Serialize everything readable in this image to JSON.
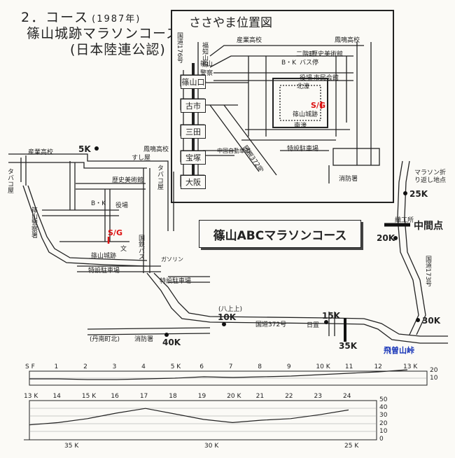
{
  "heading": {
    "line1": "2．コース",
    "year": "(1987年)",
    "line2": "篠山城跡マラソンコース",
    "line3": "(日本陸連公認)"
  },
  "inset": {
    "title": "ささやま位置図",
    "labels": {
      "national_road": "国道176号",
      "jr_line": "福知山線",
      "sangyo": "産業高校",
      "hoiku": "鳳鳴高校",
      "sasayama_police": "篠山警察署",
      "nikai": "二階町",
      "rekishi": "歴史美術館",
      "bk": "B・K",
      "bus": "バス停",
      "yakuba": "役場",
      "shiminkaikan": "市民会館",
      "kitabori": "北濠",
      "castle": "篠山城跡",
      "nanbori": "南濠",
      "sg": "S/G",
      "chugoku": "中国自動車道",
      "kokudo372": "国道372号",
      "parking": "特設駐車場",
      "shobosho": "消防署"
    },
    "stations": [
      "篠山口",
      "古市",
      "三田",
      "宝塚",
      "大阪"
    ]
  },
  "main_map": {
    "course_title": "篠山ABCマラソンコース",
    "mid_point": "中間点",
    "pass": "飛曽山峠",
    "turn_point": "マラソン折り返し地点",
    "sg": "S/G",
    "km_markers": [
      "5K",
      "10K",
      "15K",
      "20K",
      "25K",
      "30K",
      "35K",
      "40K"
    ],
    "labels": {
      "sangyo": "産業高校",
      "hoiku": "鳳鳴高校",
      "tabako_left": "タバコ屋",
      "tabako_right": "タバコ屋",
      "suji": "すし屋",
      "rekishi": "歴史美術館",
      "bk": "B・K",
      "yakuba": "役場",
      "police": "篠山警察署",
      "castle": "篠山城跡",
      "bun": "文",
      "kokutetsu": "国鉄バス",
      "gas": "ガソリン",
      "parking1": "特設駐車場",
      "parking2": "特設駐車場",
      "tannan": "(丹南町北)",
      "shobosho": "消防署",
      "yagami": "(八上上)",
      "kokudo372": "国道372号",
      "nisshin": "日置",
      "shokusho": "織工所",
      "kokudo173": "国道173号"
    }
  },
  "profile": {
    "top": {
      "ticks": [
        "S F",
        "1",
        "2",
        "3",
        "4",
        "5 K",
        "6",
        "7",
        "8",
        "9",
        "10 K",
        "11",
        "12",
        "13 K"
      ],
      "right_axis": [
        "20",
        "10"
      ]
    },
    "bottom": {
      "ticks": [
        "13 K",
        "14",
        "15 K",
        "16",
        "17",
        "18",
        "19",
        "20 K",
        "21",
        "22",
        "23",
        "24"
      ],
      "bottom_labels": [
        "35 K",
        "30 K",
        "25 K"
      ],
      "right_axis": [
        "50",
        "40",
        "30",
        "20",
        "10",
        "0"
      ]
    }
  },
  "chart_data": {
    "type": "line",
    "title": "",
    "series": [
      {
        "name": "",
        "x": [
          0,
          1,
          2,
          3,
          4,
          5,
          6,
          7,
          8,
          9,
          10,
          11,
          12,
          13
        ],
        "values": [
          9,
          9,
          8,
          8,
          9,
          10,
          12,
          11,
          12,
          13,
          15,
          17,
          19,
          22
        ]
      },
      {
        "name": "",
        "x": [
          13,
          14,
          15,
          16,
          17,
          18,
          19,
          20,
          21,
          22,
          23,
          24
        ],
        "values": [
          19,
          22,
          27,
          34,
          40,
          33,
          26,
          22,
          25,
          27,
          32,
          38
        ]
      }
    ],
    "ylim_top": [
      0,
      20
    ],
    "ylim_bottom": [
      0,
      50
    ]
  }
}
